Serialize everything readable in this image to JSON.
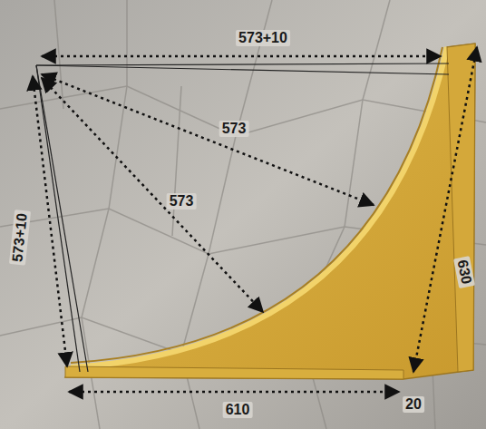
{
  "diagram": {
    "labels": [
      "573+10",
      "573",
      "573",
      "573+10",
      "630",
      "610",
      "20"
    ]
  }
}
